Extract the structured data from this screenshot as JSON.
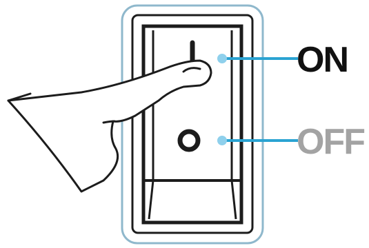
{
  "labels": {
    "on": "ON",
    "off": "OFF"
  },
  "switch": {
    "state": "on",
    "top_symbol": "I",
    "bottom_symbol": "O"
  },
  "colors": {
    "outline": "#1c1c1c",
    "bezel_outline": "#8fb8cc",
    "callout_line": "#2aa3d2",
    "callout_dot": "#8fd0ec",
    "label_on": "#111111",
    "label_off": "#a3a3a3"
  },
  "icons": {
    "hand": "pointing-hand-icon",
    "on_symbol": "power-on-line-icon",
    "off_symbol": "power-off-circle-icon"
  }
}
